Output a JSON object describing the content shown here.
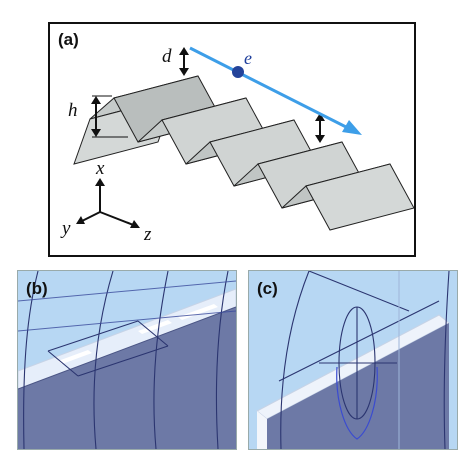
{
  "panels": {
    "a": {
      "label": "(a)"
    },
    "b": {
      "label": "(b)"
    },
    "c": {
      "label": "(c)"
    }
  },
  "symbols": {
    "d": "d",
    "e": "e",
    "h": "h",
    "x": "x",
    "y": "y",
    "z": "z"
  },
  "colors": {
    "fold_face": "#c9cecd",
    "fold_edge": "#222222",
    "beam": "#3d9ee8",
    "electron": "#24439a",
    "sim_background": "#b7d7f3",
    "sim_plate": "#6d79a6",
    "sim_top": "#e9f1fb",
    "wire": "#2b3570"
  }
}
